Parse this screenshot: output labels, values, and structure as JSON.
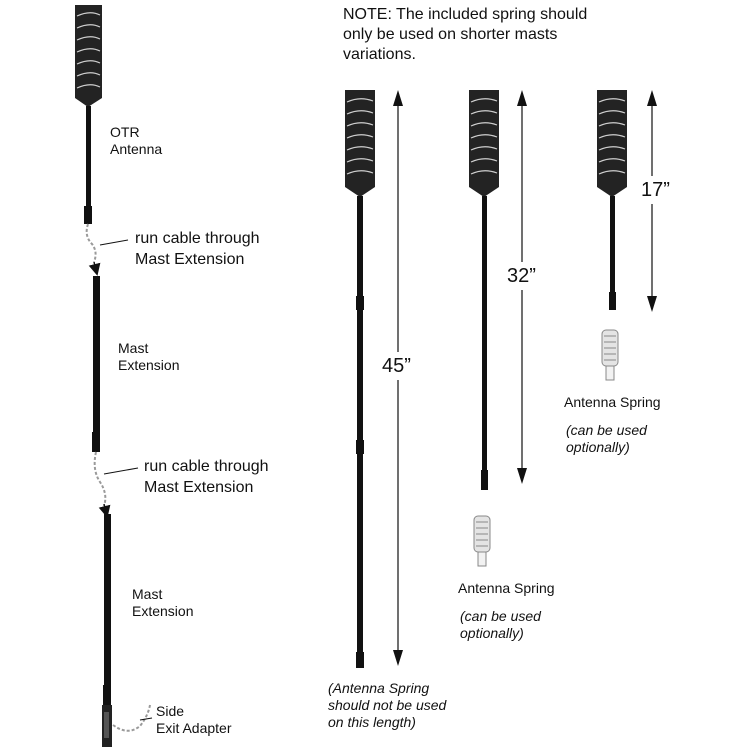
{
  "note": {
    "line1": "NOTE:  The included spring should",
    "line2": "only be used on shorter masts",
    "line3": "variations."
  },
  "assembly": {
    "otr_antenna": [
      "OTR",
      "Antenna"
    ],
    "run_cable_1": [
      "run cable through",
      "Mast Extension"
    ],
    "mast_extension_1": [
      "Mast",
      "Extension"
    ],
    "run_cable_2": [
      "run cable through",
      "Mast Extension"
    ],
    "mast_extension_2": [
      "Mast",
      "Extension"
    ],
    "side_exit_adapter": [
      "Side",
      "Exit Adapter"
    ]
  },
  "variants": [
    {
      "height_label": "45”",
      "footnote": [
        "(Antenna Spring",
        "should not be used",
        "on this length)"
      ]
    },
    {
      "height_label": "32”",
      "spring_label": "Antenna Spring",
      "spring_note": [
        "(can be used",
        "optionally)"
      ]
    },
    {
      "height_label": "17”",
      "spring_label": "Antenna Spring",
      "spring_note": [
        "(can be used",
        "optionally)"
      ]
    }
  ],
  "colors": {
    "ink": "#111111",
    "antenna_head": "#232323",
    "coil_stripe": "#cfcfcf",
    "spring_body": "#e4e4e4",
    "cable": "#9a9a9a"
  }
}
